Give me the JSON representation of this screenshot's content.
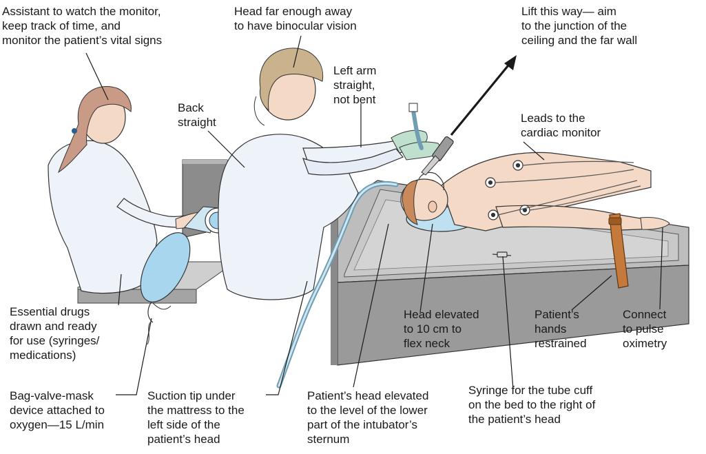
{
  "labels": {
    "assistant": [
      "Assistant to watch the monitor,",
      "keep track of time, and",
      "monitor the patient’s vital signs"
    ],
    "head_far": [
      "Head far enough away",
      "to have binocular vision"
    ],
    "lift": [
      "Lift this way— aim",
      "to the junction of the",
      "ceiling and the far wall"
    ],
    "left_arm": [
      "Left arm",
      "straight,",
      "not bent"
    ],
    "back": [
      "Back",
      "straight"
    ],
    "leads": [
      "Leads to the",
      "cardiac monitor"
    ],
    "drugs": [
      "Essential drugs",
      "drawn and ready",
      "for use (syringes/",
      "medications)"
    ],
    "head_elevated_10": [
      "Head elevated",
      "to 10 cm to",
      "flex neck"
    ],
    "hands": [
      "Patient’s",
      "hands",
      "restrained"
    ],
    "oximetry": [
      "Connect",
      "to pulse",
      "oximetry"
    ],
    "bvm": [
      "Bag-valve-mask",
      "device attached to",
      "oxygen—15 L/min"
    ],
    "suction": [
      "Suction tip under",
      "the mattress to the",
      "left side of the",
      "patient’s head"
    ],
    "patient_head": [
      "Patient’s head elevated",
      "to the level of the lower",
      "part of the intubator’s",
      "sternum"
    ],
    "syringe": [
      "Syringe for the tube cuff",
      "on the bed to the right of",
      "the patient’s head"
    ]
  },
  "colors": {
    "line": "#1a1a1a",
    "skin": "#f4d9c6",
    "hair_assistant": "#c99a86",
    "hair_intubator": "#c9b28c",
    "coat": "#eef3fa",
    "table": "#9c9c9c",
    "table_top": "#c3c3c3",
    "glove": "#bfe0cc",
    "pillow": "#bfe0f0",
    "strap": "#c57a3c",
    "bvm": "#a9d6ef"
  }
}
